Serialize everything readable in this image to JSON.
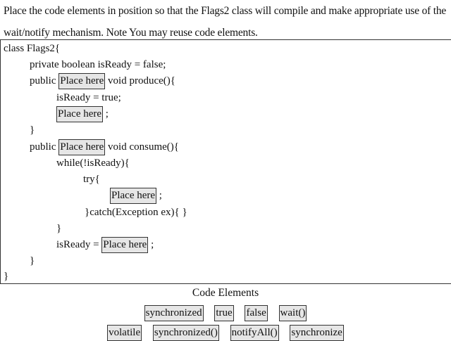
{
  "question": "Place the code elements in position so that the Flags2 class will compile and make appropriate use of the wait/notify mechanism. Note You may reuse code elements.",
  "code": {
    "line1": "class Flags2{",
    "line2": "private boolean isReady = false;",
    "line3_pre": "public",
    "line3_post": "void produce(){",
    "line4": "isReady = true;",
    "line5_post": ";",
    "line6": "}",
    "line7_pre": "public",
    "line7_post": "void consume(){",
    "line8": "while(!isReady){",
    "line9": "try{",
    "line10_post": ";",
    "line11": "}catch(Exception ex){ }",
    "line12": "}",
    "line13_pre": "isReady =",
    "line13_post": ";",
    "line14": "}",
    "line15": "}"
  },
  "slots": {
    "placeholder": "Place here"
  },
  "elements": {
    "title": "Code Elements",
    "row1": [
      "synchronized",
      "true",
      "false",
      "wait()"
    ],
    "row2": [
      "volatile",
      "synchronized()",
      "notifyAll()",
      "synchronize"
    ]
  }
}
